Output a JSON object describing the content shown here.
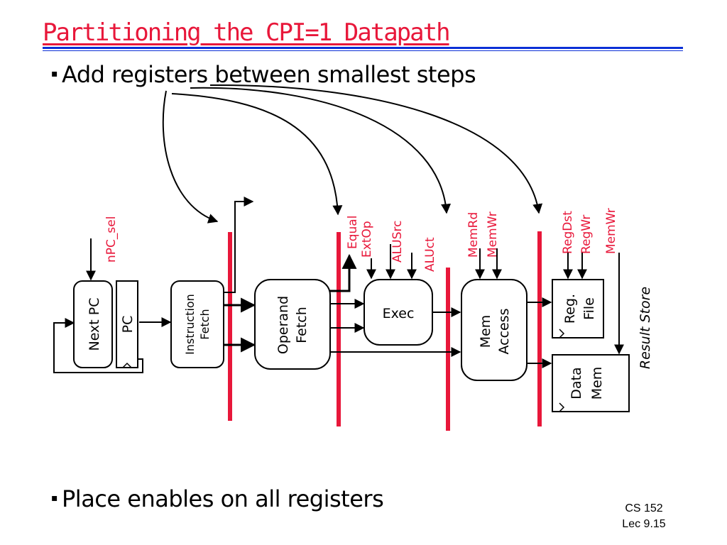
{
  "slide": {
    "title": "Partitioning the CPI=1 Datapath",
    "bullets": [
      "Add registers between smallest steps",
      "Place enables on all registers"
    ],
    "bullet_marker": "▪",
    "footer": {
      "course": "CS 152",
      "lecture": "Lec 9.15"
    }
  },
  "colors": {
    "title": "#e8173a",
    "rule": "#0b2fd6",
    "register_bar": "#e8173a",
    "signal": "#e8173a",
    "wire": "#000000"
  },
  "diagram": {
    "blocks": {
      "next_pc": "Next PC",
      "pc": "PC",
      "instruction_fetch": [
        "Instruction",
        "Fetch"
      ],
      "operand_fetch": [
        "Operand",
        "Fetch"
      ],
      "exec": "Exec",
      "mem_access": [
        "Mem",
        "Access"
      ],
      "reg_file": [
        "Reg.",
        "File"
      ],
      "data_mem": [
        "Data",
        "Mem"
      ],
      "result_store": "Result Store"
    },
    "signals": {
      "npc_sel": "nPC_sel",
      "equal": "Equal",
      "extop": "ExtOp",
      "alusrc": "ALUSrc",
      "aluctr": "ALUct",
      "memrd": "MemRd",
      "memwr_mem": "MemWr",
      "regdst": "RegDst",
      "regwr": "RegWr",
      "memwr_store": "MemWr"
    }
  }
}
